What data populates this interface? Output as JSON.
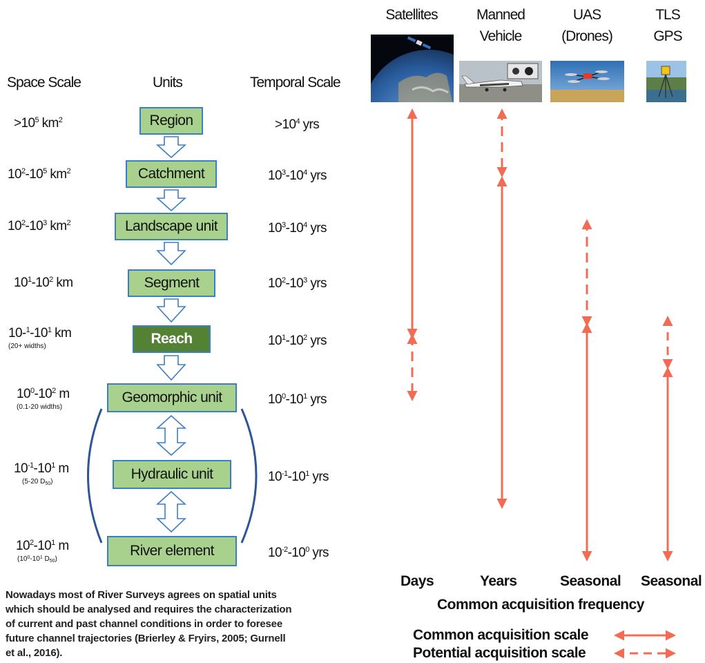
{
  "headers": {
    "space": "Space Scale",
    "units": "Units",
    "temporal": "Temporal Scale"
  },
  "rows": [
    {
      "space": ">10⁵ km²",
      "space_note": "",
      "unit": "Region",
      "temporal": ">10⁴ yrs"
    },
    {
      "space": "10²-10⁵ km²",
      "space_note": "",
      "unit": "Catchment",
      "temporal": "10³-10⁴ yrs"
    },
    {
      "space": "10²-10³ km²",
      "space_note": "",
      "unit": "Landscape unit",
      "temporal": "10³-10⁴ yrs"
    },
    {
      "space": "10¹-10² km",
      "space_note": "",
      "unit": "Segment",
      "temporal": "10²-10³ yrs"
    },
    {
      "space": "10-¹-10¹ km",
      "space_note": "(20+ widths)",
      "unit": "Reach",
      "temporal": "10¹-10² yrs"
    },
    {
      "space": "10⁰-10² m",
      "space_note": "(0.1-20 widths)",
      "unit": "Geomorphic unit",
      "temporal": "10⁰-10¹ yrs"
    },
    {
      "space": "10-¹-10¹ m",
      "space_note": "(5-20 D₅₀)",
      "unit": "Hydraulic unit",
      "temporal": "10-¹-10¹ yrs"
    },
    {
      "space": "10²-10¹ m",
      "space_note": "(10⁰-10¹ D₅₀)",
      "unit": "River element",
      "temporal": "10-²-10⁰ yrs"
    }
  ],
  "instruments": [
    {
      "title_line1": "Satellites",
      "title_line2": "",
      "frequency": "Days",
      "photo": "satellite-earth-photo"
    },
    {
      "title_line1": "Manned",
      "title_line2": "Vehicle",
      "frequency": "Years",
      "photo": "aircraft-photo"
    },
    {
      "title_line1": "UAS",
      "title_line2": "(Drones)",
      "frequency": "Seasonal",
      "photo": "drone-photo"
    },
    {
      "title_line1": "TLS",
      "title_line2": "GPS",
      "frequency": "Seasonal",
      "photo": "tls-scanner-photo"
    }
  ],
  "frequency_caption": "Common acquisition frequency",
  "legend": {
    "common": "Common acquisition scale",
    "potential": "Potential acquisition scale"
  },
  "note": {
    "line1": "Nowadays most of River Surveys agrees on spatial units",
    "line2": "which should be analysed and requires the characterization",
    "line3": "of current and past channel conditions in order to foresee",
    "line4": "future channel trajectories (Brierley & Fryirs, 2005; Gurnell",
    "line5": "et al., 2016)."
  },
  "colors": {
    "unit_fill": "#a9d18e",
    "unit_fill_highlight": "#548235",
    "unit_border": "#3c7fc0",
    "arrow": "#f26b55",
    "bracket": "#2e5597"
  }
}
